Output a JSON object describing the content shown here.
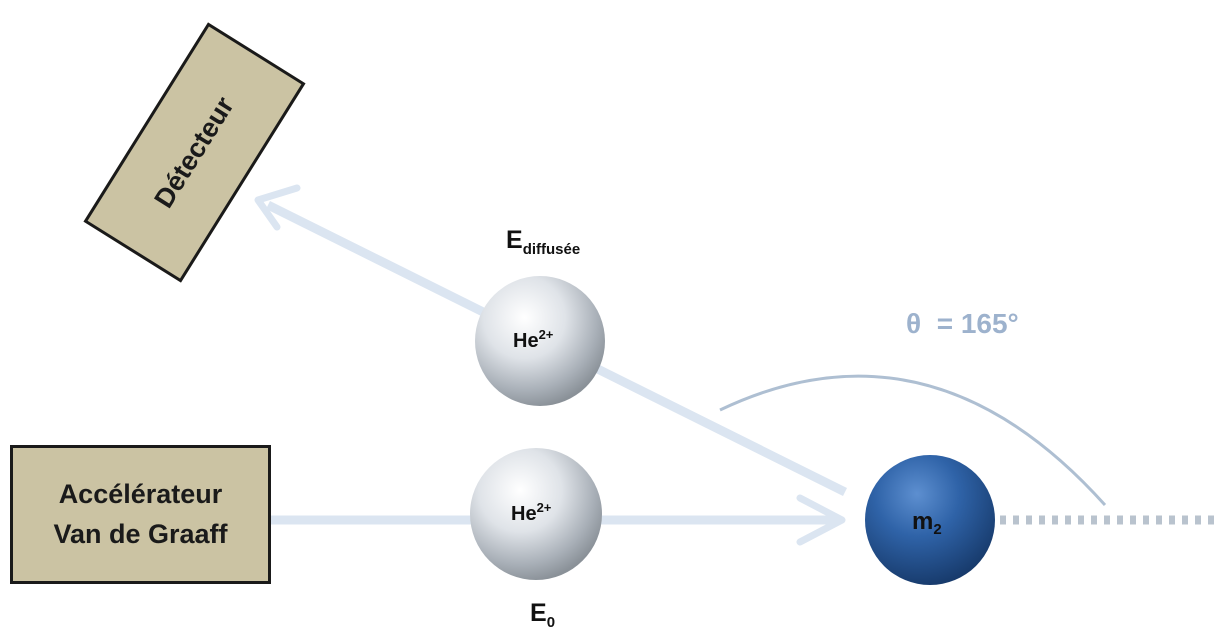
{
  "accelerator": {
    "line1": "Accélérateur",
    "line2": "Van de Graaff"
  },
  "detector": {
    "label": "Détecteur"
  },
  "energies": {
    "scattered": {
      "main": "E",
      "sub": "diffusée"
    },
    "incident": {
      "main": "E",
      "sub": "0"
    }
  },
  "particles": {
    "ion_scattered": {
      "main": "He",
      "sup": "2+"
    },
    "ion_incident": {
      "main": "He",
      "sup": "2+"
    },
    "target": {
      "main": "m",
      "sub": "2"
    }
  },
  "angle": {
    "symbol": "θ",
    "text": "= 165°"
  },
  "colors": {
    "box_fill": "#cbc3a3",
    "arrow": "#dbe5f1",
    "angle_text": "#9db2cd",
    "target_sphere": "#2f63a8"
  }
}
